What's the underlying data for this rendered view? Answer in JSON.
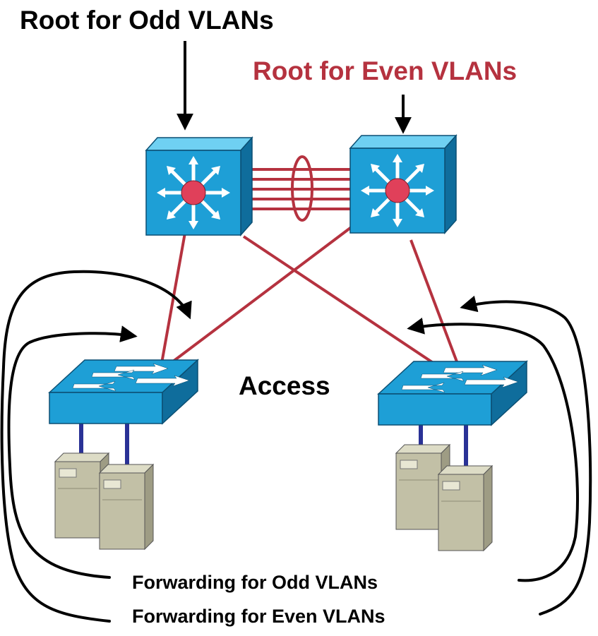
{
  "labels": {
    "root_odd": "Root for Odd VLANs",
    "root_even": "Root for Even VLANs",
    "access": "Access",
    "forwarding_odd": "Forwarding for Odd VLANs",
    "forwarding_even": "Forwarding for Even VLANs"
  },
  "colors": {
    "root_even_text": "#b5323f",
    "link": "#b5323f",
    "switch_face": "#1e9fd6",
    "switch_top": "#6fd0f2",
    "switch_side": "#0f6d9c",
    "server_body": "#c2c0a6",
    "uplink_blue": "#2a3296",
    "core_center": "#e0405a"
  },
  "icons": [
    "multilayer-switch-icon",
    "access-switch-icon",
    "server-icon",
    "arrow-icon",
    "etherchannel-icon"
  ]
}
